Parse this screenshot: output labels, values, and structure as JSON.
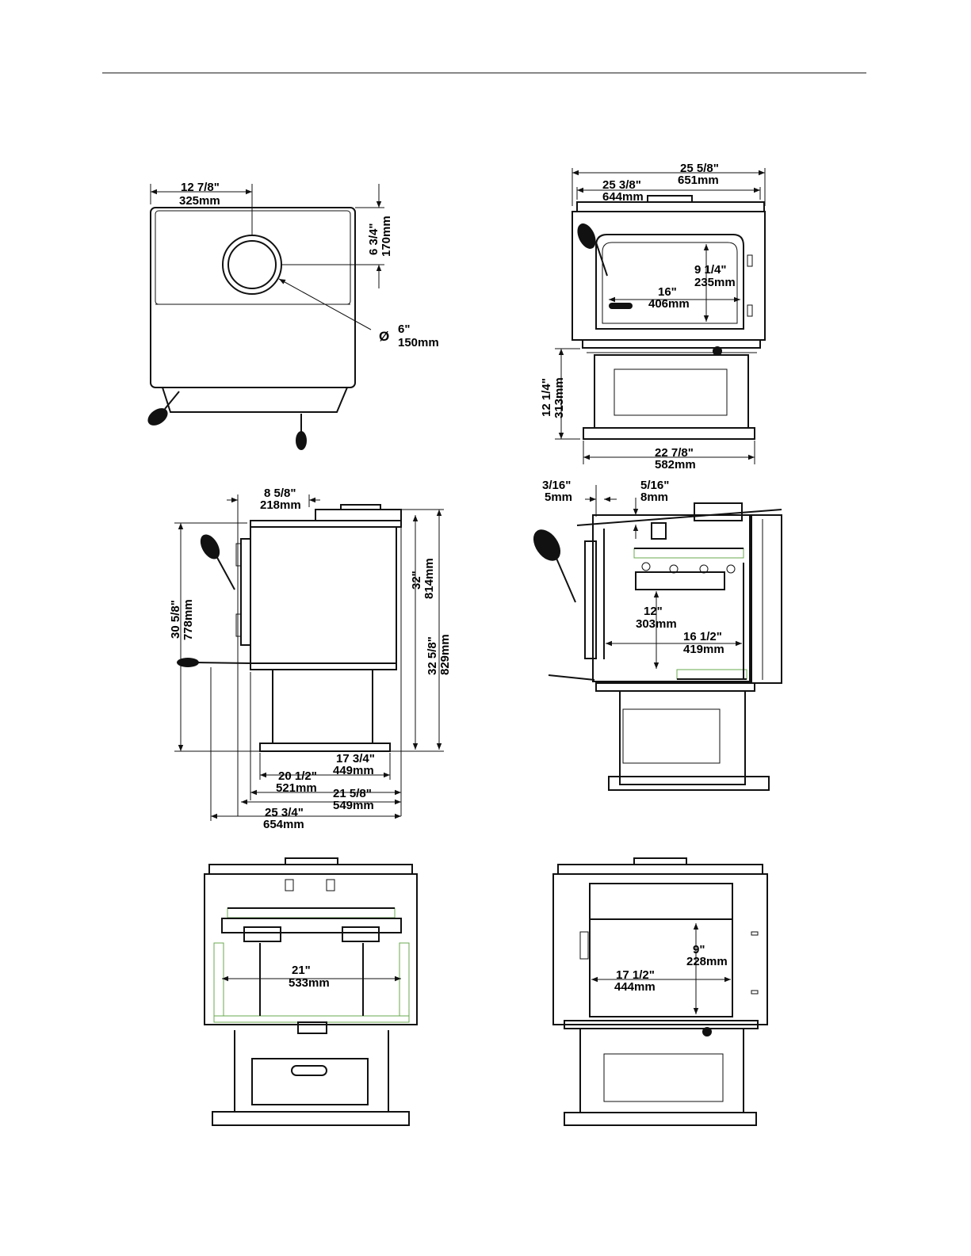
{
  "labels": {
    "top_w_in": "12 7/8\"",
    "top_w_mm": "325mm",
    "top_d_in": "6 3/4\"",
    "top_d_mm": "170mm",
    "flue_sym": "Ø",
    "flue_in": "6\"",
    "flue_mm": "150mm",
    "front_w1_in": "25 5/8\"",
    "front_w1_mm": "651mm",
    "front_w2_in": "25 3/8\"",
    "front_w2_mm": "644mm",
    "door_h_in": "9 1/4\"",
    "door_h_mm": "235mm",
    "door_w_in": "16\"",
    "door_w_mm": "406mm",
    "ped_h_in": "12 1/4\"",
    "ped_h_mm": "313mm",
    "base_w_in": "22 7/8\"",
    "base_w_mm": "582mm",
    "side_off_in": "8 5/8\"",
    "side_off_mm": "218mm",
    "side_h1_in": "30 5/8\"",
    "side_h1_mm": "778mm",
    "side_h2_in": "32\"",
    "side_h2_mm": "814mm",
    "side_h3_in": "32 5/8\"",
    "side_h3_mm": "829mm",
    "side_d1_in": "17 3/4\"",
    "side_d1_mm": "449mm",
    "side_d2_in": "20 1/2\"",
    "side_d2_mm": "521mm",
    "side_d3_in": "21 5/8\"",
    "side_d3_mm": "549mm",
    "side_d4_in": "25 3/4\"",
    "side_d4_mm": "654mm",
    "sec_t1_in": "3/16\"",
    "sec_t1_mm": "5mm",
    "sec_t2_in": "5/16\"",
    "sec_t2_mm": "8mm",
    "sec_h_in": "12\"",
    "sec_h_mm": "303mm",
    "sec_d_in": "16 1/2\"",
    "sec_d_mm": "419mm",
    "fs_w_in": "21\"",
    "fs_w_mm": "533mm",
    "fb_h_in": "9\"",
    "fb_h_mm": "228mm",
    "fb_w_in": "17 1/2\"",
    "fb_w_mm": "444mm"
  },
  "colors": {
    "line": "#111111",
    "hatch": "#6aa84f"
  },
  "icons": [
    "handle-knob-icon",
    "diameter-symbol-icon"
  ]
}
